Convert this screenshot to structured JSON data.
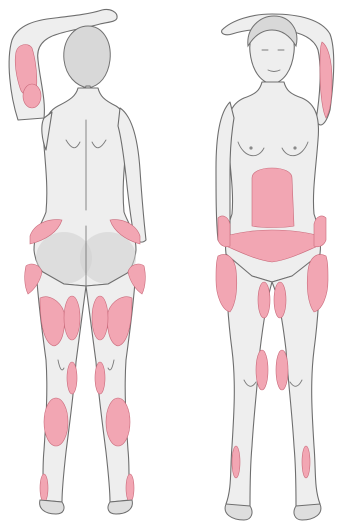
{
  "colors": {
    "treatment_zone": "#f2a6b3",
    "skin": "#eeeeee",
    "outline": "#6e6e6e",
    "background": "#ffffff"
  },
  "figures": [
    {
      "view": "back",
      "zones": [
        "upper-arm",
        "elbow",
        "flank-left",
        "flank-right",
        "buttock-fold-left",
        "buttock-fold-right",
        "outer-thigh-left",
        "outer-thigh-right",
        "back-thigh-left",
        "back-thigh-right",
        "inner-knee-left",
        "inner-knee-right",
        "calf-left",
        "calf-right",
        "ankle-left",
        "ankle-right"
      ]
    },
    {
      "view": "front",
      "zones": [
        "upper-arm",
        "abdomen",
        "lower-abdomen",
        "flank-left",
        "flank-right",
        "outer-thigh-left",
        "outer-thigh-right",
        "inner-thigh-left",
        "inner-thigh-right",
        "inner-knee-left",
        "inner-knee-right",
        "ankle-left",
        "ankle-right"
      ]
    }
  ]
}
